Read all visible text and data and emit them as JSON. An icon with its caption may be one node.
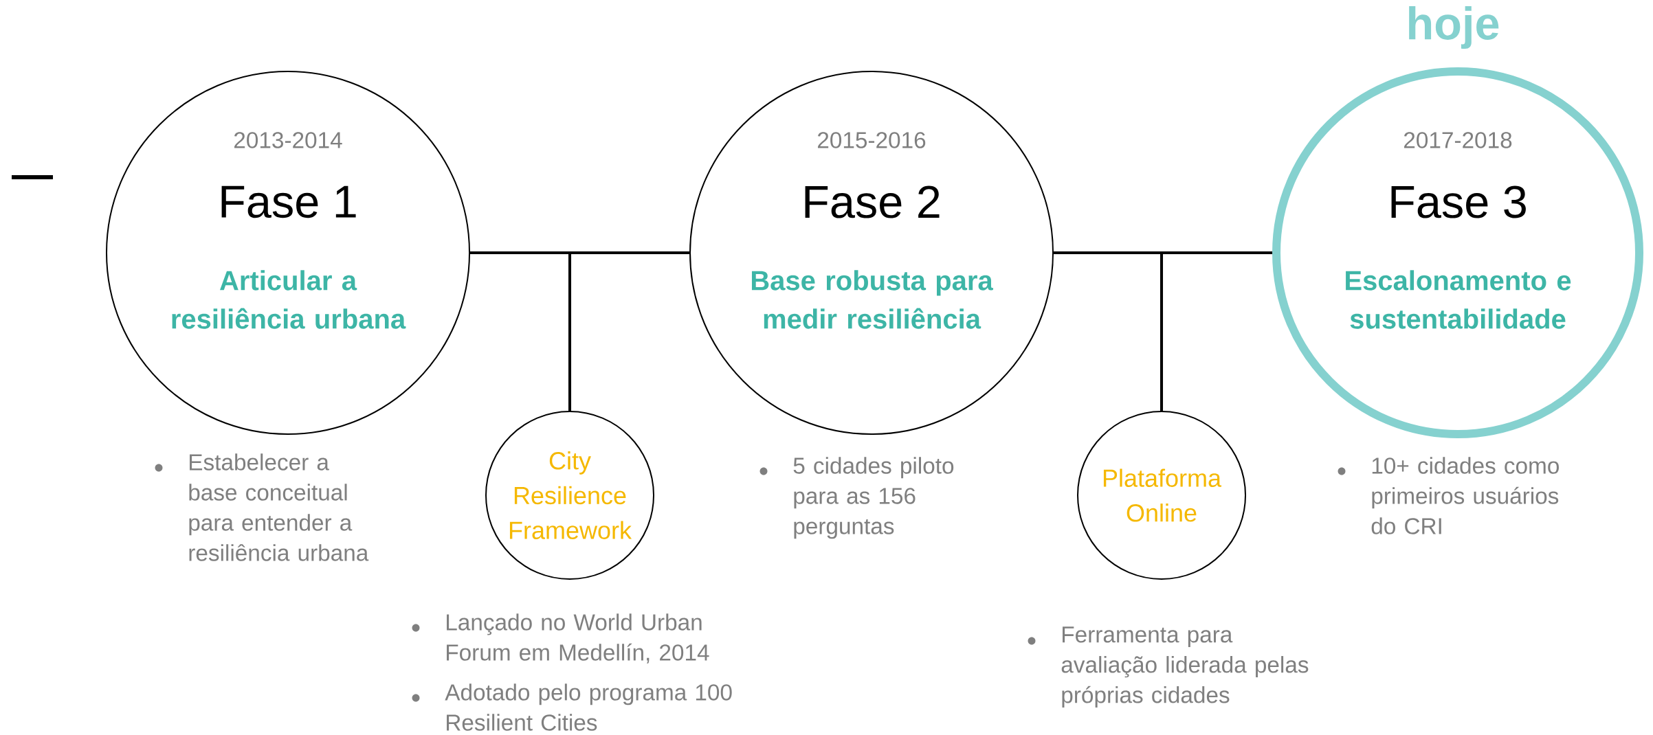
{
  "diagram": {
    "nodes": [
      {
        "text": [
          "2013-2014",
          "Fase 1",
          "Articular a resiliência urbana"
        ],
        "beside": [
          "Estabelecer a base conceitual para entender a resiliência urbana"
        ]
      },
      {
        "text": [
          "City Resilience Framework"
        ],
        "beside": [
          "Lançado no World Urban Forum em Medellín, 2014",
          "Adotado pelo programa 100 Resilient Cities"
        ]
      },
      {
        "text": [
          "2015-2016",
          "Fase 2",
          "Base robusta para medir resiliência"
        ],
        "beside": [
          "5 cidades piloto para as 156 perguntas"
        ]
      },
      {
        "text": [
          "Plataforma Online"
        ],
        "beside": [
          "Ferramenta para avaliação liderada pelas próprias cidades"
        ]
      },
      {
        "text": [
          "2017-2018",
          "Fase 3",
          "Escalonamento e sustentabilidade"
        ],
        "beside": [
          "hoje",
          "10+ cidades como primeiros usuários do CRI"
        ]
      }
    ],
    "edges": [
      {
        "from": 0,
        "to": 2,
        "arrow": "none"
      },
      {
        "from": 0,
        "to": 1,
        "arrow": "none"
      },
      {
        "from": 2,
        "to": 1,
        "arrow": "none"
      },
      {
        "from": 2,
        "to": 4,
        "arrow": "none"
      },
      {
        "from": 2,
        "to": 3,
        "arrow": "none"
      },
      {
        "from": 4,
        "to": 3,
        "arrow": "none"
      }
    ]
  }
}
